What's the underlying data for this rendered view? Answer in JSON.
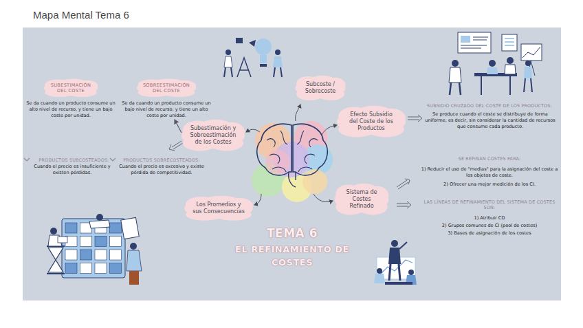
{
  "diagram": {
    "title": "Mapa Mental Tema 6",
    "nodes": [
      {
        "text": [
          "SUBESTIMACIÓN DEL COSTE",
          "Se da cuando un producto consume un alto nivel de recurso, y tiene un bajo coste por unidad."
        ]
      },
      {
        "text": [
          "SOBREESTIMACIÓN DEL COSTE",
          "Se da cuando un producto consume un bajo nivel de recurso, y tiene un alto coste por unidad."
        ]
      },
      {
        "text": [
          "Subcoste / Sobrecoste"
        ]
      },
      {
        "text": [
          "Efecto Subsidio del Coste de los Productos"
        ]
      },
      {
        "text": [
          "Subestimación y Sobreestimación de los Costes"
        ]
      },
      {
        "text": [
          "Sistema de Costes Refinado"
        ]
      },
      {
        "text": [
          "Los Promedios y sus Consecuencias"
        ]
      }
    ],
    "edges": [
      {
        "from": 4,
        "to": 1,
        "arrow": "to"
      }
    ],
    "labels": [
      "PRODUCTOS SUBCOSTEADOS:",
      "Cuando el precio es insuficiente y existen pérdidas.",
      "PRODUCTOS SOBRECOSTEADOS:",
      "Cuando el precio es excesivo y existe pérdida de competitividad.",
      "SUBSIDIO CRUZADO DEL COSTE DE LOS PRODUCTOS:",
      "Se produce cuando el coste se distribuye de forma uniforme, es decir, sin considerar la cantidad de recursos que consume cada producto.",
      "SE REFINAN COSTES PARA:",
      "1) Reducir el uso de \"medias\" para la asignación del coste a los objetos de coste.",
      "2) Ofrecer una mejor medición de los CI.",
      "LAS LÍNEAS DE REFINAMIENTO DEL SISTEMA DE COSTES SON:",
      "1) Atribuir CD",
      "2) Grupos comunes de CI (pool de costes)",
      "3) Bases de asignación de los costes",
      "TEMA 6",
      "EL REFINAMIENTO DE COSTES"
    ]
  }
}
